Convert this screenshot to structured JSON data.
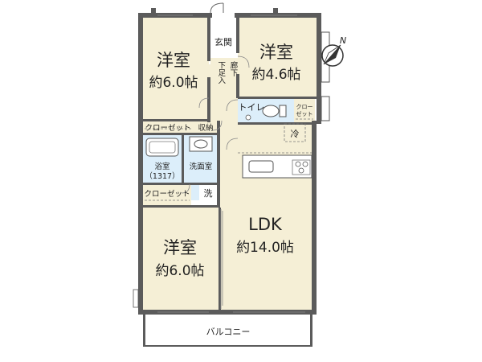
{
  "rooms": {
    "bedroom_nw_name": "洋室",
    "bedroom_nw_size": "約6.0帖",
    "bedroom_ne_name": "洋室",
    "bedroom_ne_size": "約4.6帖",
    "bedroom_sw_name": "洋室",
    "bedroom_sw_size": "約6.0帖",
    "ldk_name": "LDK",
    "ldk_size": "約14.0帖",
    "entrance": "玄関",
    "shoe_closet": "下足入",
    "hallway": "廊下",
    "toilet": "トイレ",
    "toilet_closet_1": "クロー",
    "toilet_closet_2": "ゼット",
    "fridge": "冷",
    "closet_upper": "クローゼット",
    "storage": "収納",
    "bathroom": "浴室",
    "bathroom_size": "（1317）",
    "washroom": "洗面室",
    "closet_lower": "クローゼット",
    "washer": "洗",
    "balcony": "バルコニー"
  },
  "compass": {
    "north_label": "N"
  },
  "colors": {
    "wall": "#5b5b5b",
    "room_fill": "#f5efd6",
    "wet_area_fill": "#dceefa"
  }
}
